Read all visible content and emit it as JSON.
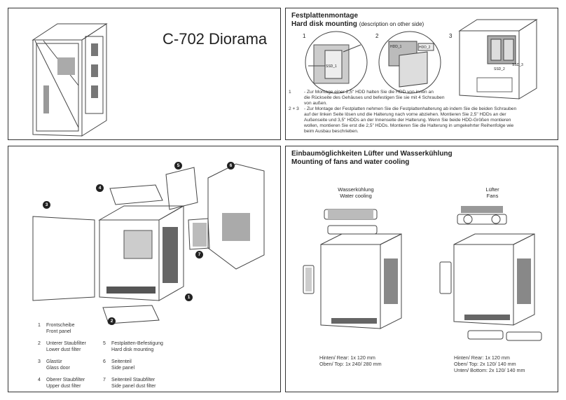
{
  "product_title": "C-702 Diorama",
  "hdd": {
    "title_de": "Festplattenmontage",
    "title_en": "Hard disk mounting",
    "title_note": "(description on other side)",
    "fig_numbers": [
      "1",
      "2",
      "3"
    ],
    "fig_labels": {
      "ssd_1": "SSD_1",
      "hdd_1": "HDD_1",
      "hdd_2": "HDD_2",
      "ssd_2": "SSD_2",
      "ssd_3": "SSD_3"
    },
    "steps": [
      {
        "key": "1",
        "text": "- Zur Montage einer 2,5\" HDD halten Sie die HDD von innen an"
      },
      {
        "key": "",
        "text": "die Rückseite des Gehäuses und befestigen Sie sie mit 4 Schrauben"
      },
      {
        "key": "",
        "text": "von außen."
      },
      {
        "key": "2 + 3",
        "text": "- Zur Montage der Festplatten nehmen Sie die Festplattenhalterung ab indem Sie die beiden Schrauben"
      },
      {
        "key": "",
        "text": "auf der linken Seite lösen und die Halterung nach vorne abziehen. Montieren Sie 2,5\" HDDs an der"
      },
      {
        "key": "",
        "text": "Außenseite und 3,5\" HDDs an der Innenseite der Halterung. Wenn Sie beide HDD-Größen montieren"
      },
      {
        "key": "",
        "text": "wollen, montieren Sie erst die 2,5\" HDDs. Montieren Sie die Halterung in umgekehrter Reihenfolge wie"
      },
      {
        "key": "",
        "text": "beim Ausbau beschrieben."
      }
    ]
  },
  "parts": {
    "badges": [
      "1",
      "2",
      "3",
      "4",
      "5",
      "6",
      "7"
    ],
    "legend": [
      {
        "n": "1",
        "de": "Frontscheibe",
        "en": "Front panel"
      },
      {
        "n": "2",
        "de": "Unterer Staubfilter",
        "en": "Lower dust filter"
      },
      {
        "n": "3",
        "de": "Glastür",
        "en": "Glass door"
      },
      {
        "n": "4",
        "de": "Oberer Staubfilter",
        "en": "Upper dust filter"
      },
      {
        "n": "5",
        "de": "Festplatten-Befestigung",
        "en": "Hard disk mounting"
      },
      {
        "n": "6",
        "de": "Seitenteil",
        "en": "Side panel"
      },
      {
        "n": "7",
        "de": "Seitenteil Staubfilter",
        "en": "Side panel dust filter"
      }
    ]
  },
  "cooling": {
    "title_de": "Einbaumöglichkeiten Lüfter und Wasserkühlung",
    "title_en": "Mounting of fans and water cooling",
    "water": {
      "label_de": "Wasserkühlung",
      "label_en": "Water cooling",
      "spec": [
        "Hinten/ Rear: 1x 120 mm",
        "Oben/ Top: 1x 240/ 280 mm"
      ]
    },
    "fans": {
      "label_de": "Lüfter",
      "label_en": "Fans",
      "spec": [
        "Hinten/ Rear: 1x 120 mm",
        "Oben/ Top: 2x 120/ 140 mm",
        "Unten/ Bottom: 2x 120/ 140 mm"
      ]
    }
  }
}
